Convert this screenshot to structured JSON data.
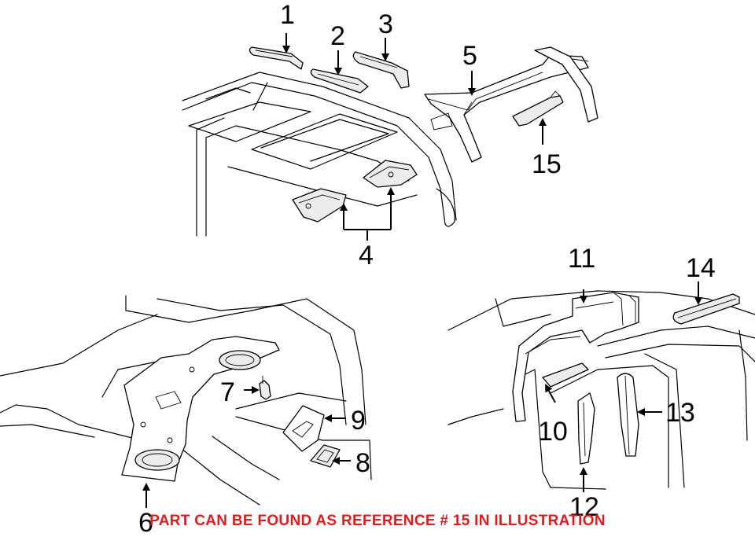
{
  "callouts": {
    "c1": "1",
    "c2": "2",
    "c3": "3",
    "c4": "4",
    "c5": "5",
    "c6": "6",
    "c7": "7",
    "c8": "8",
    "c9": "9",
    "c10": "10",
    "c11": "11",
    "c12": "12",
    "c13": "13",
    "c14": "14",
    "c15": "15"
  },
  "footer": {
    "note": "PART CAN BE FOUND AS REFERENCE # 15 IN ILLUSTRATION"
  },
  "colors": {
    "note_color": "#e01b1b",
    "line_color": "#000000"
  }
}
